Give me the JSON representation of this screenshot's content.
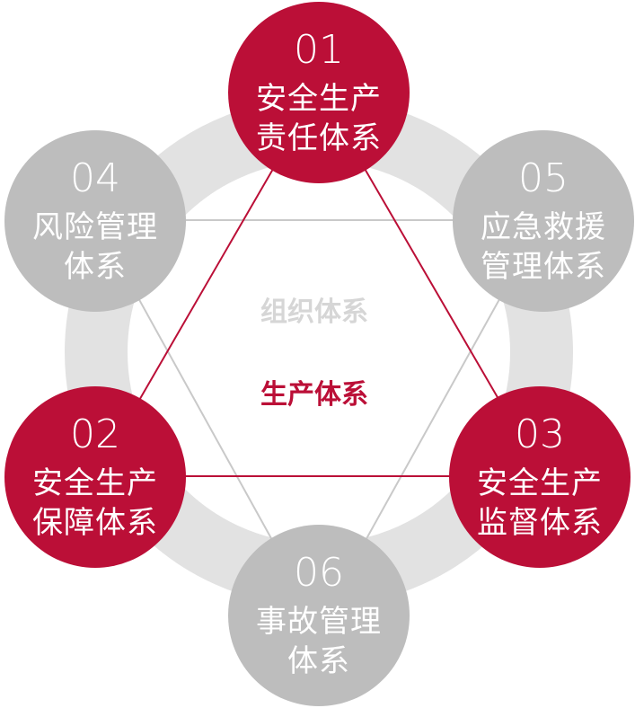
{
  "colors": {
    "red": "#bb0f37",
    "grey": "#bdbdbd",
    "ring": "#e2e2e2",
    "outer_text": "#d6d6d6"
  },
  "center": {
    "outer_label": "组织体系",
    "inner_label": "生产体系"
  },
  "nodes": [
    {
      "id": "01",
      "number": "01",
      "line1": "安全生产",
      "line2": "责任体系",
      "color": "red"
    },
    {
      "id": "02",
      "number": "02",
      "line1": "安全生产",
      "line2": "保障体系",
      "color": "red"
    },
    {
      "id": "03",
      "number": "03",
      "line1": "安全生产",
      "line2": "监督体系",
      "color": "red"
    },
    {
      "id": "04",
      "number": "04",
      "line1": "风险管理",
      "line2": "体系",
      "color": "grey"
    },
    {
      "id": "05",
      "number": "05",
      "line1": "应急救援",
      "line2": "管理体系",
      "color": "grey"
    },
    {
      "id": "06",
      "number": "06",
      "line1": "事故管理",
      "line2": "体系",
      "color": "grey"
    }
  ]
}
